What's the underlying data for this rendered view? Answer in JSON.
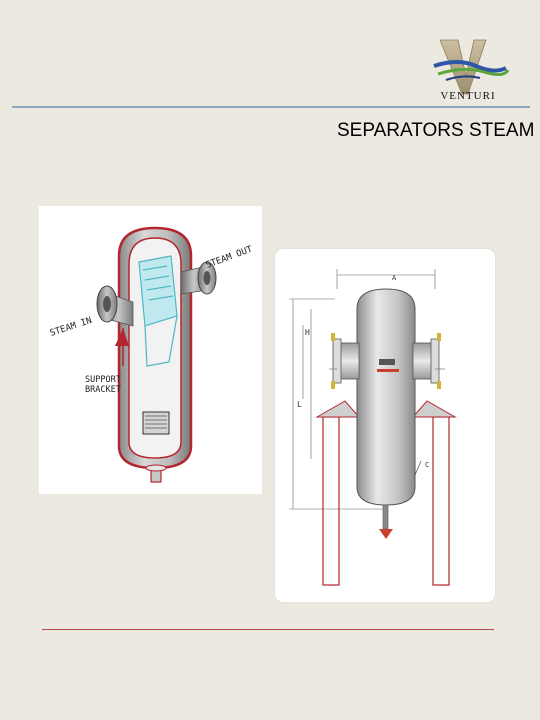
{
  "logo": {
    "text": "VENTURI",
    "colors": {
      "letter": "#b8a98a",
      "wave_blue": "#2e57a8",
      "wave_green": "#5da63b"
    }
  },
  "slide": {
    "title": "SEPARATORS STEAM"
  },
  "figure_cutaway": {
    "labels": {
      "steam_out": "STEAM OUT",
      "steam_in": "STEAM IN",
      "support_line1": "SUPPORT",
      "support_line2": "BRACKET"
    },
    "colors": {
      "shell": "#b0b0b0",
      "outline": "#b3262e",
      "baffle": "#6fd0d8"
    }
  },
  "figure_drawing": {
    "labels": {
      "letter_l": "L",
      "letter_h": "H",
      "letter_c": "C",
      "dim_label": "A"
    },
    "colors": {
      "shell": "#cfcfcf",
      "flange": "#e0e0e0",
      "accent": "#c8412f"
    }
  },
  "colors": {
    "background": "#ece9e1",
    "header_rule": "#8fa6c4",
    "footer_rule": "#b34a4a"
  }
}
